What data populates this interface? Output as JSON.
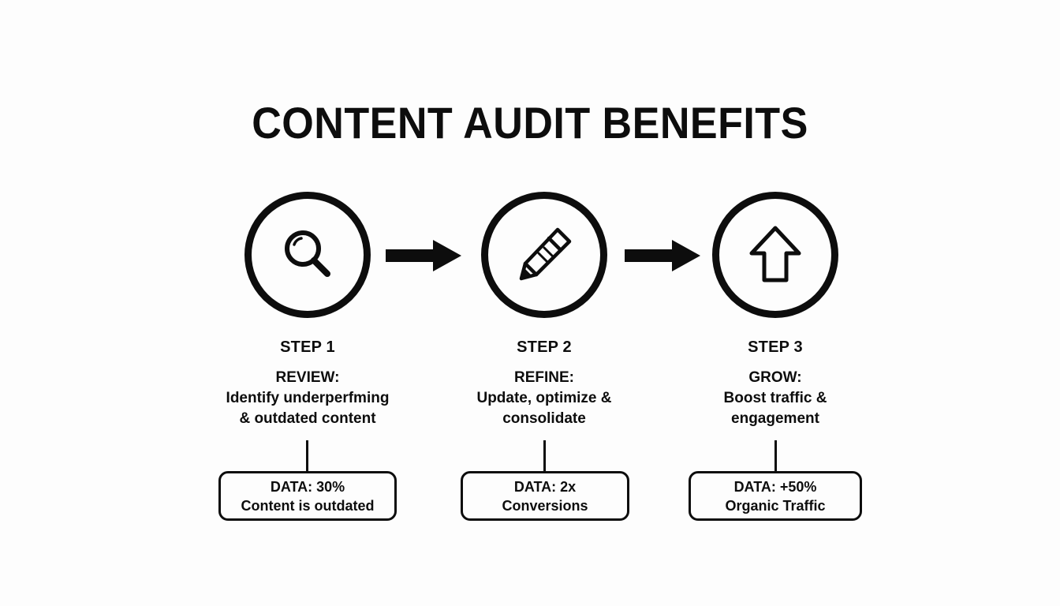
{
  "title": "CONTENT AUDIT BENEFITS",
  "theme": {
    "background": "#fdfdfd",
    "ink": "#0d0d0d"
  },
  "steps": [
    {
      "icon": "magnifying-glass-icon",
      "label": "STEP 1",
      "action": "REVIEW:",
      "desc_line1": "Identify underperfming",
      "desc_line2": "& outdated content",
      "data_primary": "DATA: 30%",
      "data_secondary": "Content is outdated"
    },
    {
      "icon": "pencil-icon",
      "label": "STEP 2",
      "action": "REFINE:",
      "desc_line1": "Update, optimize &",
      "desc_line2": "consolidate",
      "data_primary": "DATA: 2x",
      "data_secondary": "Conversions"
    },
    {
      "icon": "up-arrow-icon",
      "label": "STEP 3",
      "action": "GROW:",
      "desc_line1": "Boost traffic &",
      "desc_line2": "engagement",
      "data_primary": "DATA: +50%",
      "data_secondary": "Organic Traffic"
    }
  ],
  "connectors": [
    {
      "name": "arrow-right-icon"
    },
    {
      "name": "arrow-right-icon"
    }
  ]
}
